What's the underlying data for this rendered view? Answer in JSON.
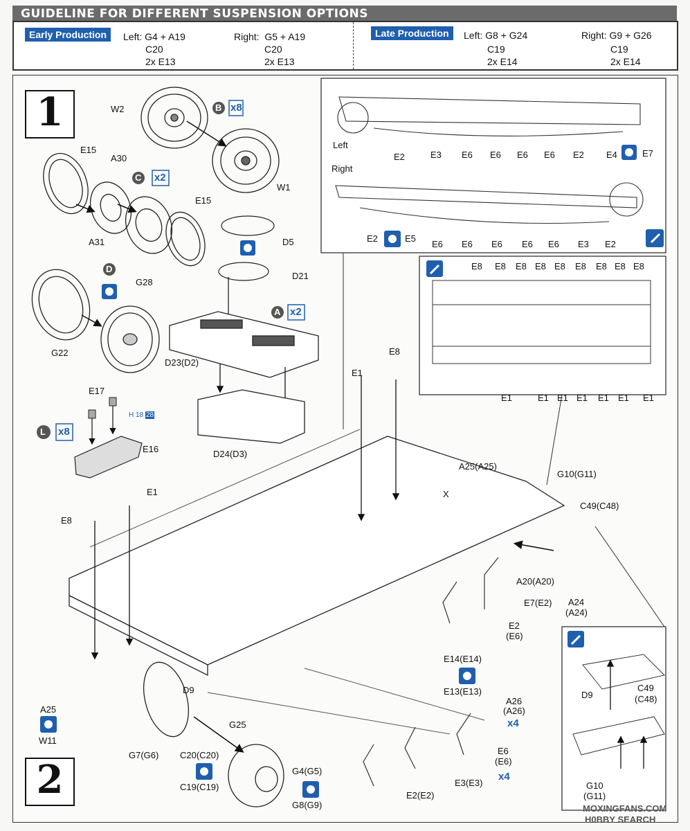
{
  "banner": {
    "title": "GUIDELINE FOR DIFFERENT SUSPENSION OPTIONS"
  },
  "early": {
    "label": "Early Production",
    "left": "Left: G4 + A19",
    "left_c": "C20",
    "left_e": "2x E13",
    "right": "Right:  G5 + A19",
    "right_c": "C20",
    "right_e": "2x E13"
  },
  "late": {
    "label": "Late Production",
    "left": "Left: G8 + G24",
    "left_c": "C19",
    "left_e": "2x E14",
    "right": "Right: G9 + G26",
    "right_c": "C19",
    "right_e": "2x E14"
  },
  "steps": {
    "step1": "1",
    "step2": "2"
  },
  "badges": {
    "B": "B",
    "B_count": "x8",
    "C": "C",
    "C_count": "x2",
    "D": "D",
    "A": "A",
    "A_count": "x2",
    "L": "L",
    "L_count": "x8",
    "x4a": "x4",
    "x4b": "x4",
    "pe_h": "H",
    "pe_18": "18",
    "pe_28": "28"
  },
  "step1_parts": {
    "W2": "W2",
    "W1": "W1",
    "E15a": "E15",
    "A30": "A30",
    "A31": "A31",
    "E15b": "E15",
    "D5": "D5",
    "D21": "D21",
    "G28": "G28",
    "G22": "G22",
    "D23": "D23(D2)",
    "D24": "D24(D3)",
    "E17": "E17",
    "E16": "E16"
  },
  "suspension_panel": {
    "left": "Left",
    "right": "Right",
    "left_parts": [
      "E2",
      "E3",
      "E6",
      "E6",
      "E6",
      "E6",
      "E2",
      "E4",
      "E7"
    ],
    "right_parts": [
      "E2",
      "E5",
      "E6",
      "E6",
      "E6",
      "E6",
      "E6",
      "E3",
      "E2"
    ]
  },
  "bottom_panel": {
    "top_parts": [
      "E8",
      "E8",
      "E8",
      "E8",
      "E8",
      "E8",
      "E8",
      "E8",
      "E8"
    ],
    "bottom_parts": [
      "E1",
      "E1",
      "E1",
      "E1",
      "E1",
      "E1",
      "E1"
    ]
  },
  "step2_parts": {
    "E8top": "E8",
    "E1top": "E1",
    "A25a": "A25(A25)",
    "X": "X",
    "G10": "G10(G11)",
    "C49": "C49(C48)",
    "A20": "A20(A20)",
    "E7": "E7(E2)",
    "A24": "A24",
    "A24b": "(A24)",
    "E2": "E2",
    "E6b": "(E6)",
    "E1left": "E1",
    "E8left": "E8",
    "D9": "D9",
    "A25b": "A25",
    "W11": "W11",
    "G7": "G7(G6)",
    "G25": "G25",
    "C20": "C20(C20)",
    "C19": "C19(C19)",
    "G4": "G4(G5)",
    "G8": "G8(G9)",
    "E14": "E14(E14)",
    "E13": "E13(E13)",
    "A26": "A26",
    "A26b": "(A26)",
    "E6": "E6",
    "E6c": "(E6)",
    "E3": "E3(E3)",
    "E2b": "E2(E2)"
  },
  "detail_panel": {
    "D9": "D9",
    "C49": "C49",
    "C48": "(C48)",
    "G10": "G10",
    "G11": "(G11)"
  },
  "watermark": {
    "line1": "MOXINGFANS.COM",
    "line2": "H0BBY SEARCH"
  },
  "colors": {
    "accent": "#1f5fae",
    "banner": "#6b6b6b",
    "badge_grey": "#555555"
  }
}
